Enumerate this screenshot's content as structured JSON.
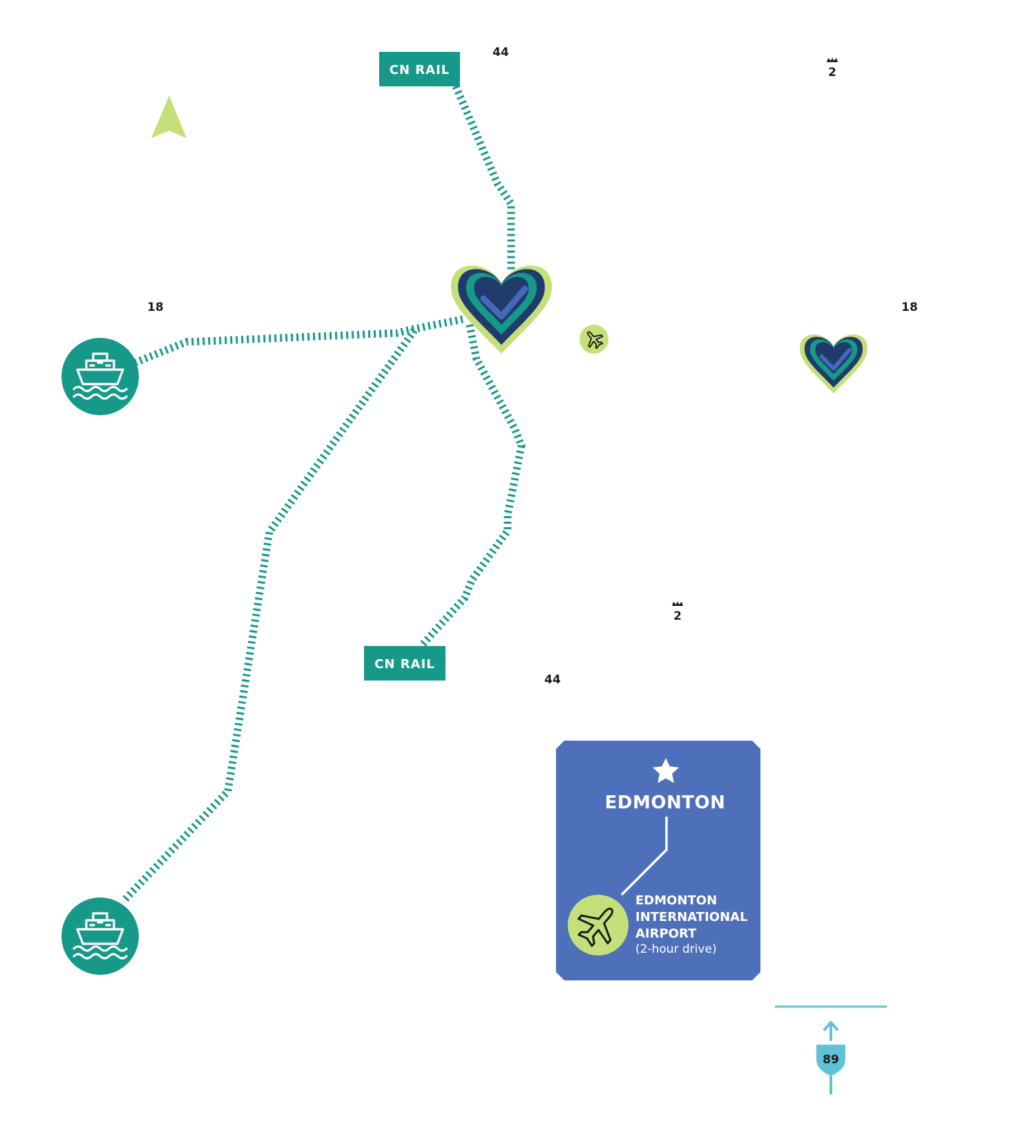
{
  "map": {
    "rail_labels": [
      "CN RAIL",
      "CN RAIL"
    ],
    "highway_labels": {
      "top": "44",
      "bottom": "44",
      "left": "18",
      "right": "18",
      "crown_top": "2",
      "crown_bottom": "2",
      "shield": "89"
    },
    "inset": {
      "city": "EDMONTON",
      "airport_lines": [
        "EDMONTON",
        "INTERNATIONAL",
        "AIRPORT"
      ],
      "drive_note": "(2-hour drive)"
    },
    "icons": [
      "north-arrow-icon",
      "heart-icon",
      "airplane-icon",
      "ship-icon",
      "star-icon",
      "crown-icon",
      "highway-shield-icon",
      "arrow-up-icon"
    ],
    "colors": {
      "rail": "#17998a",
      "accent_green": "#c5e07a",
      "heart_navy": "#1f3b6b",
      "heart_mid": "#4767b8",
      "inset_blue": "#4e6fb9",
      "shield": "#5ec3d6",
      "text_dark": "#1c1c1c"
    }
  }
}
